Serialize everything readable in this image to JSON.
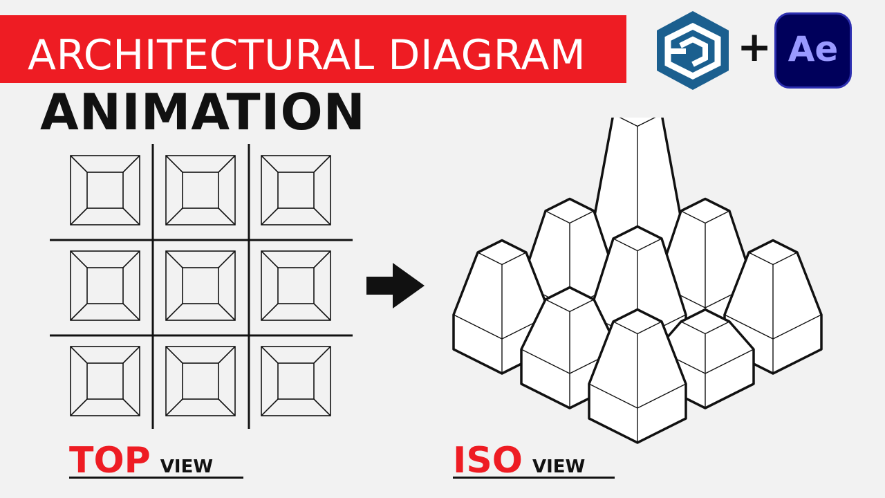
{
  "title": "ARCHITECTURAL DIAGRAM",
  "subtitle": "ANIMATION",
  "logos": {
    "left_icon": "sketchup-logo-icon",
    "plus": "+",
    "right_text": "Ae"
  },
  "labels": {
    "top_big": "TOP",
    "top_small": "VIEW",
    "iso_big": "ISO",
    "iso_small": "VIEW"
  },
  "colors": {
    "accent_red": "#ee1c23",
    "sketchup_blue": "#1b5f8f",
    "ae_bg": "#00005b",
    "ae_text": "#9999ff"
  }
}
